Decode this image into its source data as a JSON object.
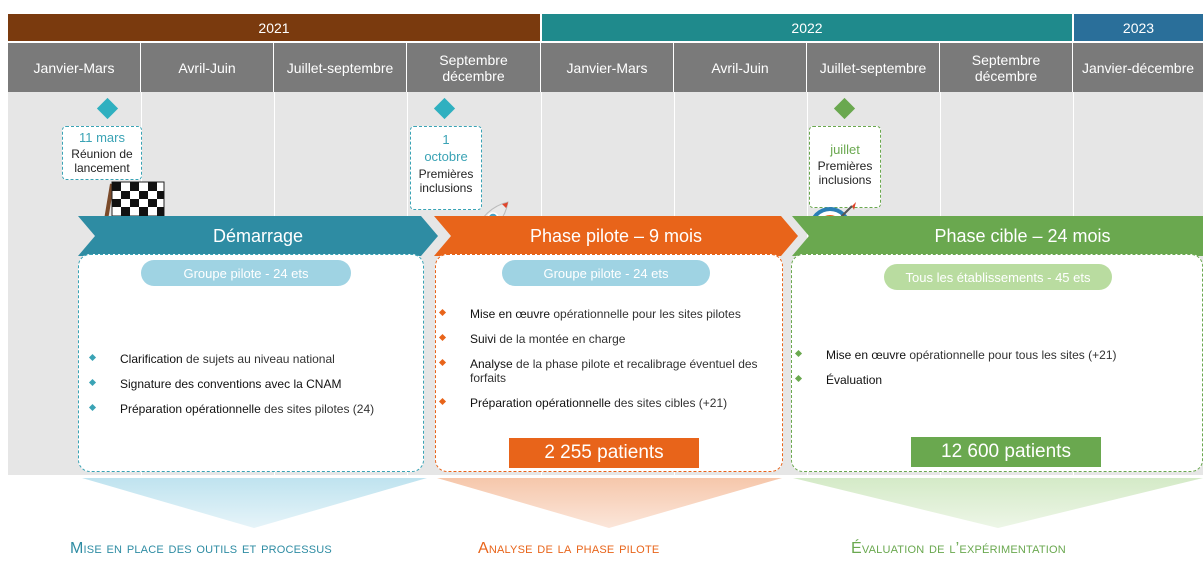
{
  "years": [
    {
      "label": "2021",
      "color": "#7a3a0e"
    },
    {
      "label": "2022",
      "color": "#1f8a8c"
    },
    {
      "label": "2023",
      "color": "#2a6f9a"
    }
  ],
  "quarters": [
    "Janvier-Mars",
    "Avril-Juin",
    "Juillet-septembre",
    "Septembre\ndécembre",
    "Janvier-Mars",
    "Avril-Juin",
    "Juillet-septembre",
    "Septembre\ndécembre",
    "Janvier-décembre"
  ],
  "milestones": [
    {
      "date": "11 mars",
      "text": "Réunion de\nlancement",
      "color": "#3aa3b5",
      "icon": "checkered-flag-icon"
    },
    {
      "date": "1\noctobre",
      "text": "Premières\ninclusions",
      "color": "#3aa3b5",
      "icon": "rocket-icon"
    },
    {
      "date": "juillet",
      "text": "Premières\ninclusions",
      "color": "#6aa84f",
      "icon": "target-icon"
    }
  ],
  "phases": [
    {
      "title": "Démarrage",
      "color": "#2e8ca3",
      "pill_color": "#9fd3e3",
      "group": "Groupe pilote - 24 ets",
      "items": [
        {
          "bold": "Clarification",
          "rest": " de sujets au niveau national"
        },
        {
          "bold": "Signature des conventions avec la CNAM",
          "rest": ""
        },
        {
          "bold": "Préparation opérationnelle",
          "rest": " des sites pilotes (24)"
        }
      ],
      "patients": "",
      "bottom_label": "Mise en place des outils et processus"
    },
    {
      "title": "Phase pilote – 9 mois",
      "color": "#e8641a",
      "pill_color": "#9fd3e3",
      "group": "Groupe pilote - 24 ets",
      "items": [
        {
          "bold": "Mise en œuvre",
          "rest": " opérationnelle pour les sites pilotes"
        },
        {
          "bold": "Suivi",
          "rest": " de la montée en charge"
        },
        {
          "bold": "Analyse",
          "rest": " de la phase pilote et recalibrage éventuel des forfaits"
        },
        {
          "bold": "Préparation opérationnelle",
          "rest": " des sites cibles (+21)"
        }
      ],
      "patients": "2 255 patients",
      "bottom_label": "Analyse de la phase pilote"
    },
    {
      "title": "Phase cible – 24 mois",
      "color": "#6aa84f",
      "pill_color": "#b9dca0",
      "group": "Tous les établissements - 45 ets",
      "items": [
        {
          "bold": "Mise en œuvre",
          "rest": " opérationnelle pour tous les sites (+21)"
        },
        {
          "bold": "Évaluation",
          "rest": ""
        }
      ],
      "patients": "12 600 patients",
      "bottom_label": "Évaluation de l’expérimentation"
    }
  ]
}
